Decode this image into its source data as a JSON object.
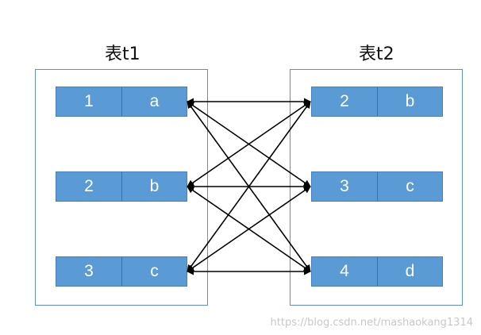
{
  "left_table": {
    "title": "表t1",
    "rows": [
      {
        "id": "1",
        "value": "a"
      },
      {
        "id": "2",
        "value": "b"
      },
      {
        "id": "3",
        "value": "c"
      }
    ]
  },
  "right_table": {
    "title": "表t2",
    "rows": [
      {
        "id": "2",
        "value": "b"
      },
      {
        "id": "3",
        "value": "c"
      },
      {
        "id": "4",
        "value": "d"
      }
    ]
  },
  "connections": "every t1 row linked to every t2 row (cartesian product)",
  "watermark": "https://blog.csdn.net/mashaokang1314",
  "colors": {
    "cell_fill": "#5b9bd5",
    "box_border": "#5b8fc9",
    "arrow": "#000000"
  }
}
